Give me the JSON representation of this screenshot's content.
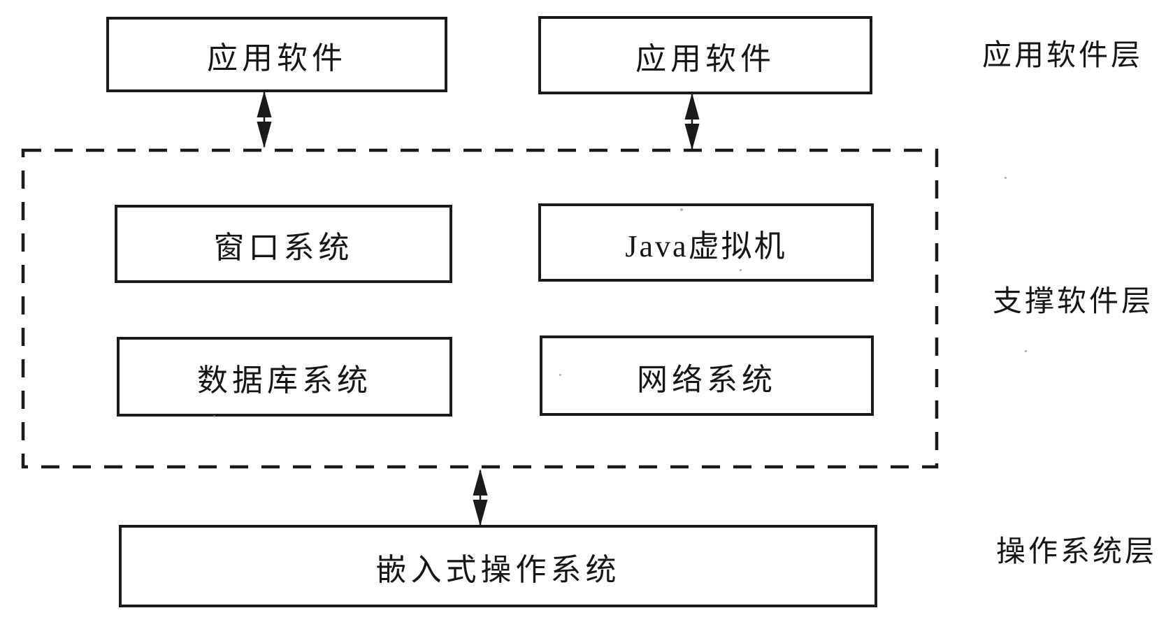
{
  "figure": {
    "type": "layered-software-architecture-diagram",
    "background_color": "#ffffff",
    "line_color": "#1a1a1a"
  },
  "layers": [
    {
      "id": "application-layer",
      "label": "应用软件层",
      "boxes": [
        {
          "label": "应用软件"
        },
        {
          "label": "应用软件"
        }
      ]
    },
    {
      "id": "support-layer",
      "label": "支撑软件层",
      "frame_style": "dashed",
      "boxes": [
        {
          "label": "窗口系统"
        },
        {
          "label": "Java虚拟机"
        },
        {
          "label": "数据库系统"
        },
        {
          "label": "网络系统"
        }
      ]
    },
    {
      "id": "os-layer",
      "label": "操作系统层",
      "boxes": [
        {
          "label": "嵌入式操作系统"
        }
      ]
    }
  ],
  "arrows": [
    {
      "id": "app1-to-support",
      "type": "bidirectional-vertical"
    },
    {
      "id": "app2-to-support",
      "type": "bidirectional-vertical"
    },
    {
      "id": "support-to-os",
      "type": "bidirectional-vertical"
    }
  ]
}
